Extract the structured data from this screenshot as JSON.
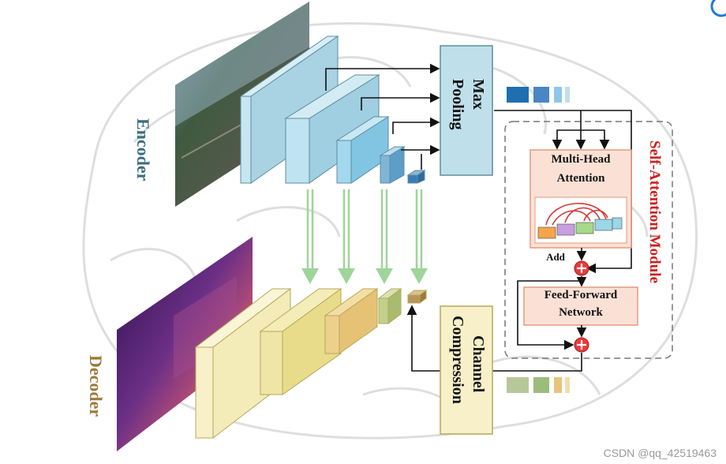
{
  "labels": {
    "encoder": "Encoder",
    "decoder": "Decoder",
    "max_pooling_1": "Max",
    "max_pooling_2": "Pooling",
    "channel_compression_1": "Channel",
    "channel_compression_2": "Compression",
    "self_attention_module": "Self-Attention Module",
    "multi_head_1": "Multi-Head",
    "multi_head_2": "Attention",
    "feed_forward_1": "Feed-Forward",
    "feed_forward_2": "Network",
    "add": "Add"
  },
  "watermark": "CSDN @qq_42519463",
  "colors": {
    "encoder_label": "#3a6f80",
    "decoder_label": "#9b7a3a",
    "self_attention_label": "#cc1f1f",
    "encoder_block": "#bfe3f0",
    "decoder_block": "#f3ebb8",
    "module_box": "#bfe0ea",
    "attention_box": "#fbe1d5",
    "attention_border": "#e59a7e",
    "add_circle": "#e83c3c"
  }
}
